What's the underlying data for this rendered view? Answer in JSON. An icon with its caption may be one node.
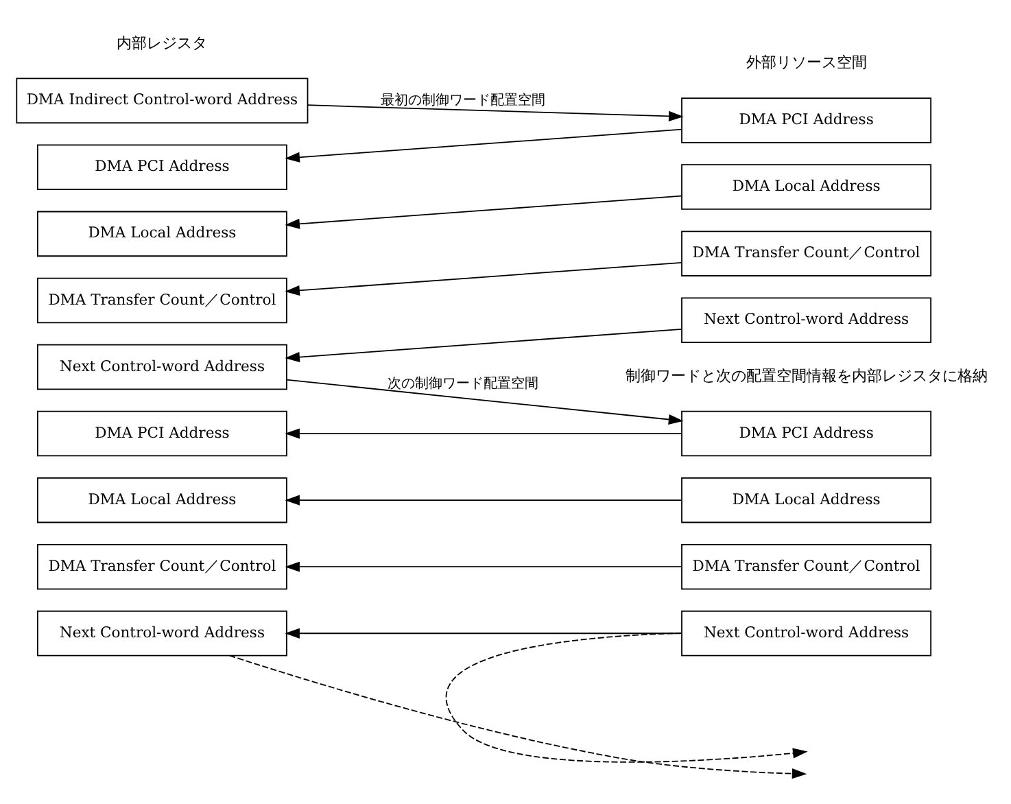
{
  "diagram": {
    "nodes": [
      {
        "text": [
          "DMA Indirect Control-word Address"
        ]
      },
      {
        "text": [
          "DMA PCI Address"
        ]
      },
      {
        "text": [
          "DMA Local Address"
        ]
      },
      {
        "text": [
          "DMA Transfer Count／Control"
        ]
      },
      {
        "text": [
          "Next Control-word Address"
        ]
      },
      {
        "text": [
          "DMA PCI Address"
        ]
      },
      {
        "text": [
          "DMA Local Address"
        ]
      },
      {
        "text": [
          "DMA Transfer Count／Control"
        ]
      },
      {
        "text": [
          "Next Control-word Address"
        ]
      },
      {
        "text": [
          "DMA PCI Address"
        ]
      },
      {
        "text": [
          "DMA Local Address"
        ]
      },
      {
        "text": [
          "DMA Transfer Count／Control"
        ]
      },
      {
        "text": [
          "Next Control-word Address"
        ]
      },
      {
        "text": [
          "DMA PCI Address"
        ]
      },
      {
        "text": [
          "DMA Local Address"
        ]
      },
      {
        "text": [
          "DMA Transfer Count／Control"
        ]
      },
      {
        "text": [
          "Next Control-word Address"
        ]
      }
    ],
    "edges": [
      {
        "from": 0,
        "to": 1,
        "arrow": "to",
        "label": "最初の制御ワード配置空間"
      },
      {
        "from": 1,
        "to": 5,
        "arrow": "to"
      },
      {
        "from": 2,
        "to": 6,
        "arrow": "to"
      },
      {
        "from": 3,
        "to": 7,
        "arrow": "to"
      },
      {
        "from": 4,
        "to": 8,
        "arrow": "to"
      },
      {
        "from": 8,
        "to": 9,
        "arrow": "to",
        "label": "次の制御ワード配置空間"
      },
      {
        "from": 9,
        "to": 13,
        "arrow": "to"
      },
      {
        "from": 10,
        "to": 14,
        "arrow": "to"
      },
      {
        "from": 11,
        "to": 15,
        "arrow": "to"
      },
      {
        "from": 12,
        "to": 16,
        "arrow": "to"
      },
      {
        "from": 16,
        "to": null,
        "arrow": "to",
        "style": "dashed"
      },
      {
        "from": 12,
        "to": null,
        "arrow": "to",
        "style": "dashed"
      }
    ],
    "labels": [
      "内部レジスタ",
      "外部リソース空間",
      "制御ワードと次の配置空間情報を内部レジスタに格納"
    ]
  }
}
